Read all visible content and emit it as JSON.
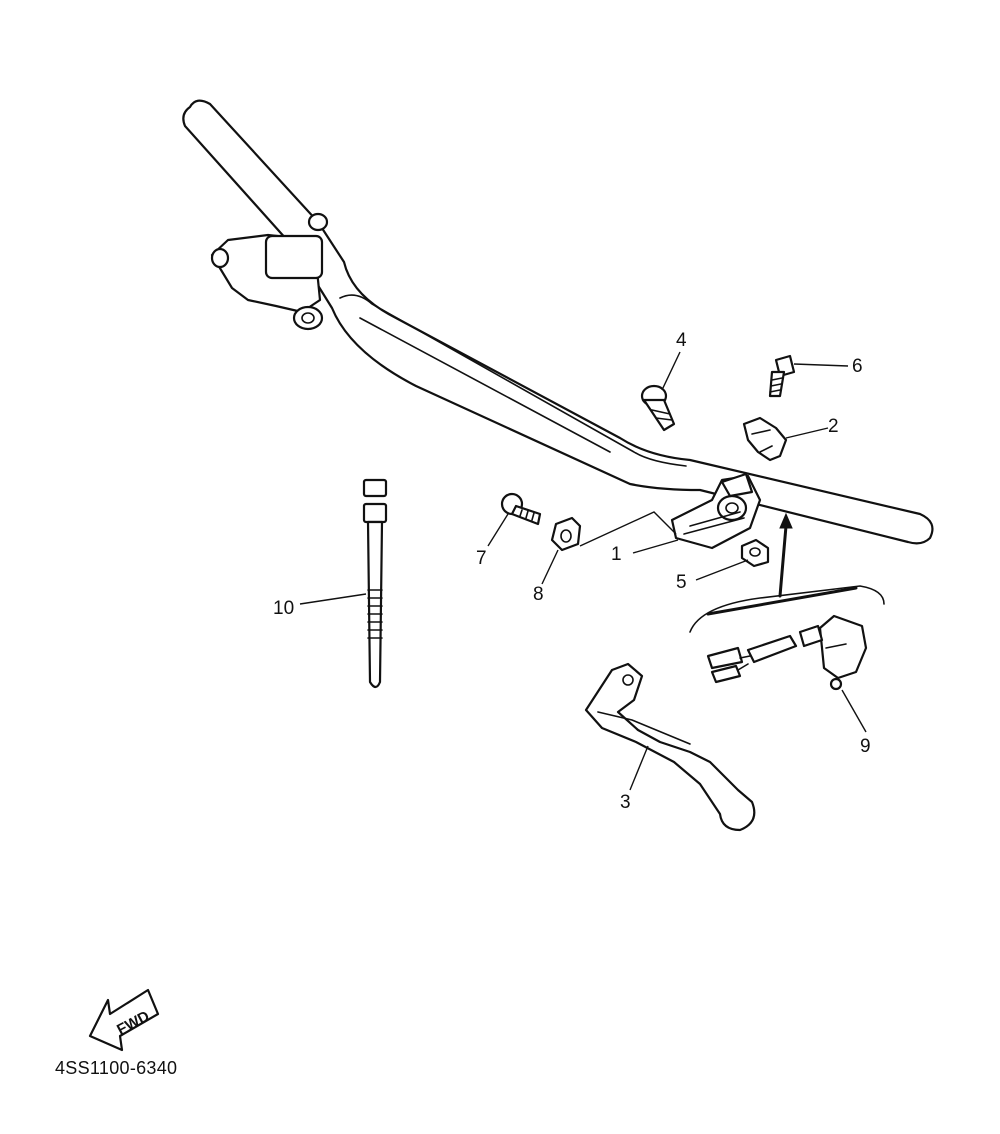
{
  "diagram": {
    "callouts": [
      "1",
      "2",
      "3",
      "4",
      "5",
      "6",
      "7",
      "8",
      "9",
      "10"
    ],
    "fwd_label": "FWD",
    "part_code": "4SS1100-6340"
  },
  "colors": {
    "line": "#111111",
    "background": "#ffffff"
  }
}
